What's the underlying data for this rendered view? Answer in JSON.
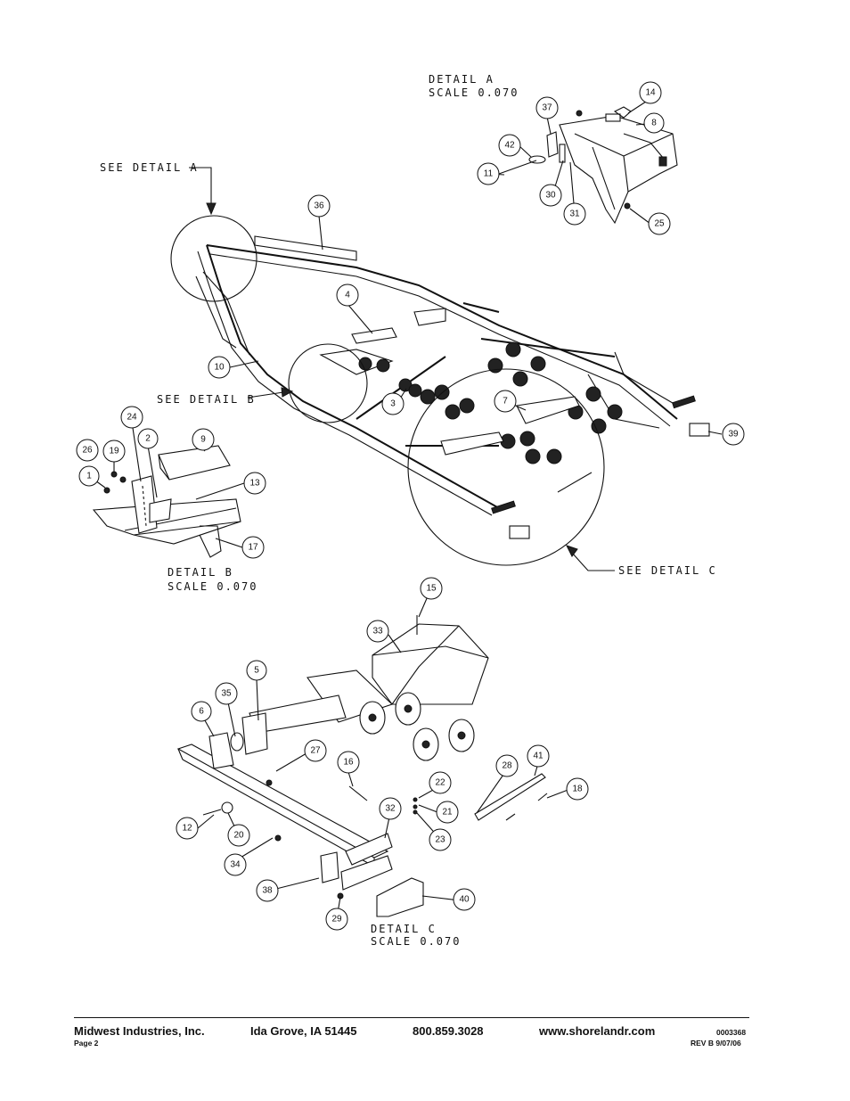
{
  "details": {
    "a": {
      "title": "DETAIL  A",
      "scale": "SCALE  0.070"
    },
    "b": {
      "title": "DETAIL  B",
      "scale": "SCALE  0.070"
    },
    "c": {
      "title": "DETAIL  C",
      "scale": "SCALE  0.070"
    }
  },
  "callouts": {
    "see_a": "SEE DETAIL  A",
    "see_b": "SEE DETAIL  B",
    "see_c": "SEE DETAIL  C"
  },
  "balloons": {
    "b1": "1",
    "b2": "2",
    "b3": "3",
    "b4": "4",
    "b5": "5",
    "b6": "6",
    "b7": "7",
    "b8": "8",
    "b9": "9",
    "b10": "10",
    "b11": "11",
    "b12": "12",
    "b13": "13",
    "b14": "14",
    "b15": "15",
    "b16": "16",
    "b17": "17",
    "b18": "18",
    "b19": "19",
    "b20": "20",
    "b21": "21",
    "b22": "22",
    "b23": "23",
    "b24": "24",
    "b25": "25",
    "b26": "26",
    "b27": "27",
    "b28": "28",
    "b29": "29",
    "b30": "30",
    "b31": "31",
    "b32": "32",
    "b33": "33",
    "b34": "34",
    "b35": "35",
    "b36": "36",
    "b37": "37",
    "b38": "38",
    "b39": "39",
    "b40": "40",
    "b41": "41",
    "b42": "42"
  },
  "footer": {
    "company": "Midwest Industries, Inc.",
    "location": "Ida Grove, IA  51445",
    "phone": "800.859.3028",
    "website": "www.shorelandr.com",
    "doc_number": "0003368",
    "page": "Page 2",
    "revision": "REV B  9/07/06"
  }
}
